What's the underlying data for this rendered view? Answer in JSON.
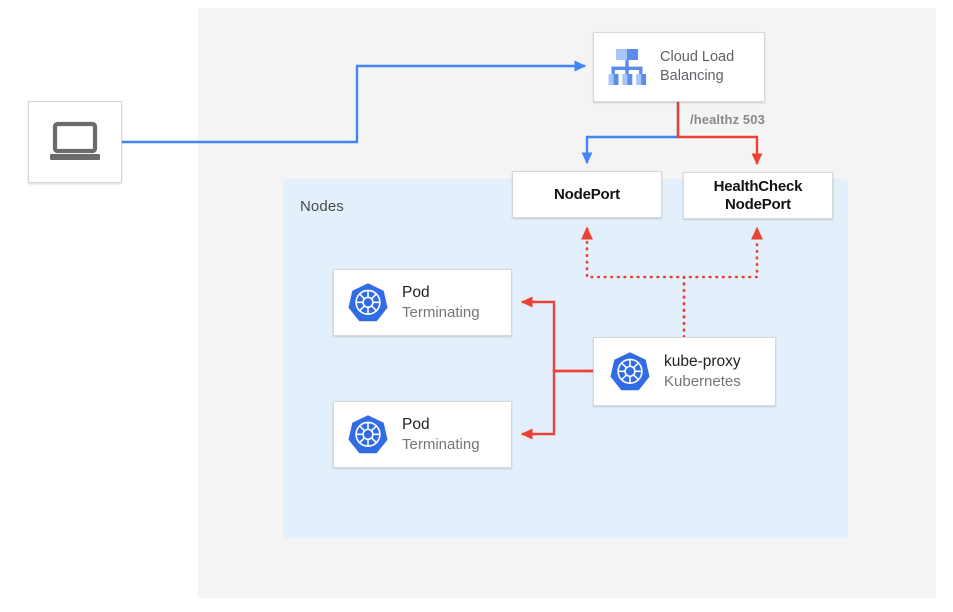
{
  "diagram": {
    "title": "Kubernetes external traffic policy health check diagram",
    "colors": {
      "blue_line": "#4285f4",
      "red_line": "#ea4335",
      "nodes_panel": "#e3f0fb",
      "gray_panel": "#f4f4f4",
      "k8s_blue": "#326ce5"
    }
  },
  "regions": {
    "nodes_label": "Nodes"
  },
  "nodes": {
    "client": {
      "icon": "laptop-icon",
      "label": ""
    },
    "cloud_load_balancing": {
      "icon": "cloud-load-balancing-icon",
      "line1": "Cloud Load",
      "line2": "Balancing"
    },
    "nodeport": {
      "label": "NodePort"
    },
    "healthcheck_nodeport": {
      "line1": "HealthCheck",
      "line2": "NodePort"
    },
    "pod_1": {
      "icon": "kubernetes-icon",
      "title": "Pod",
      "subtitle": "Terminating"
    },
    "pod_2": {
      "icon": "kubernetes-icon",
      "title": "Pod",
      "subtitle": "Terminating"
    },
    "kube_proxy": {
      "icon": "kubernetes-icon",
      "title": "kube-proxy",
      "subtitle": "Kubernetes"
    }
  },
  "edges": {
    "healthz_label": "/healthz 503"
  }
}
